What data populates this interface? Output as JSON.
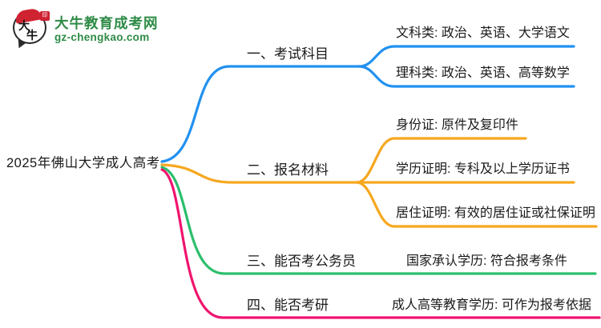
{
  "colors": {
    "blue": "#2191F0",
    "orange": "#F6A71F",
    "green": "#2BBE6C",
    "pink": "#F0146E",
    "brand_green": "#2E8B46",
    "text": "#1A1A1A"
  },
  "logo": {
    "icon_char_top": "大",
    "icon_char_bottom": "牛",
    "seal_char": "印",
    "site_name": "大牛教育成考网",
    "site_url": "gz-chengkao.com"
  },
  "mindmap": {
    "root": "2025年佛山大学成人高考",
    "branches": [
      {
        "label": "一、考试科目",
        "color": "#2191F0",
        "children": [
          "文科类: 政治、英语、大学语文",
          "理科类: 政治、英语、高等数学"
        ]
      },
      {
        "label": "二、报名材料",
        "color": "#F6A71F",
        "children": [
          "身份证: 原件及复印件",
          "学历证明: 专科及以上学历证书",
          "居住证明: 有效的居住证或社保证明"
        ]
      },
      {
        "label": "三、能否考公务员",
        "color": "#2BBE6C",
        "children": [
          "国家承认学历: 符合报考条件"
        ]
      },
      {
        "label": "四、能否考研",
        "color": "#F0146E",
        "children": [
          "成人高等教育学历: 可作为报考依据"
        ]
      }
    ]
  }
}
